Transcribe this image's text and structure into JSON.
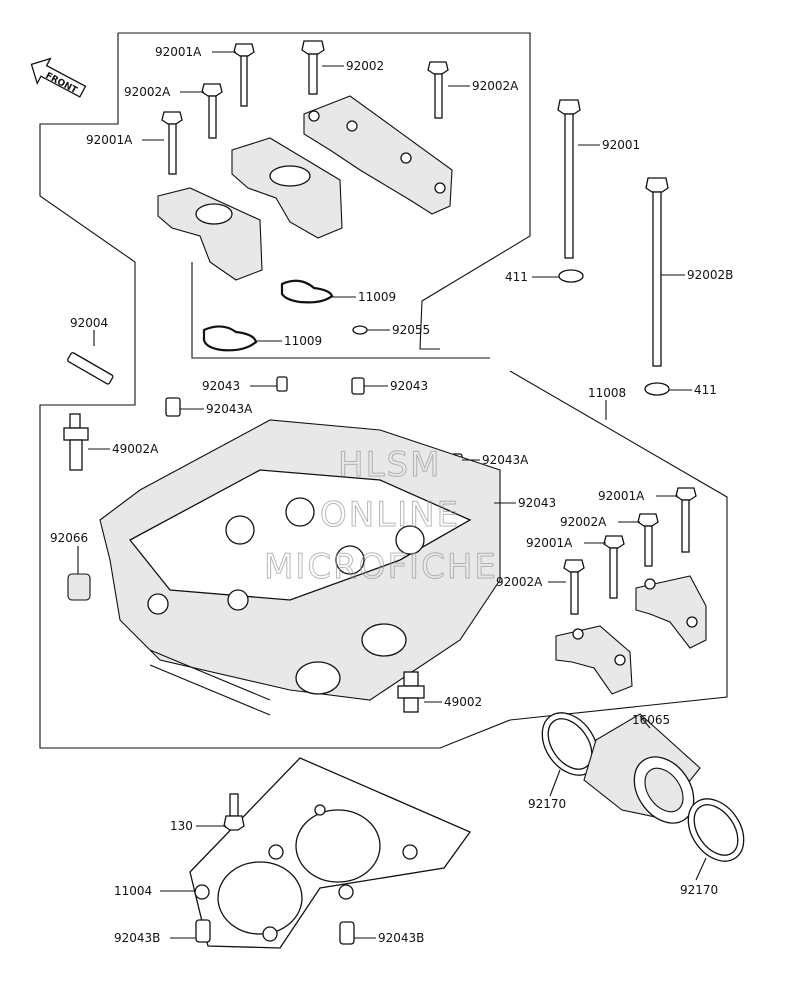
{
  "front_label": "FRONT",
  "watermark": [
    "HLSM",
    "ONLINE",
    "MICROFICHE"
  ],
  "callouts": {
    "c92001A_a": "92001A",
    "c92002": "92002",
    "c92002A_a": "92002A",
    "c92002A_b": "92002A",
    "c92001A_b": "92001A",
    "c92001": "92001",
    "c11009_a": "11009",
    "c11009_b": "11009",
    "c92004": "92004",
    "c411_a": "411",
    "c92002B": "92002B",
    "c92055": "92055",
    "c92043_a": "92043",
    "c92043_b": "92043",
    "c92043A_a": "92043A",
    "c411_b": "411",
    "c11008": "11008",
    "c49002A": "49002A",
    "c92043A_b": "92043A",
    "c92043_c": "92043",
    "c92001A_c": "92001A",
    "c92002A_c": "92002A",
    "c92066": "92066",
    "c92001A_d": "92001A",
    "c92002A_d": "92002A",
    "c49002": "49002",
    "c16065": "16065",
    "c92170_a": "92170",
    "c92170_b": "92170",
    "c130": "130",
    "c11004": "11004",
    "c92043B_a": "92043B",
    "c92043B_b": "92043B"
  }
}
